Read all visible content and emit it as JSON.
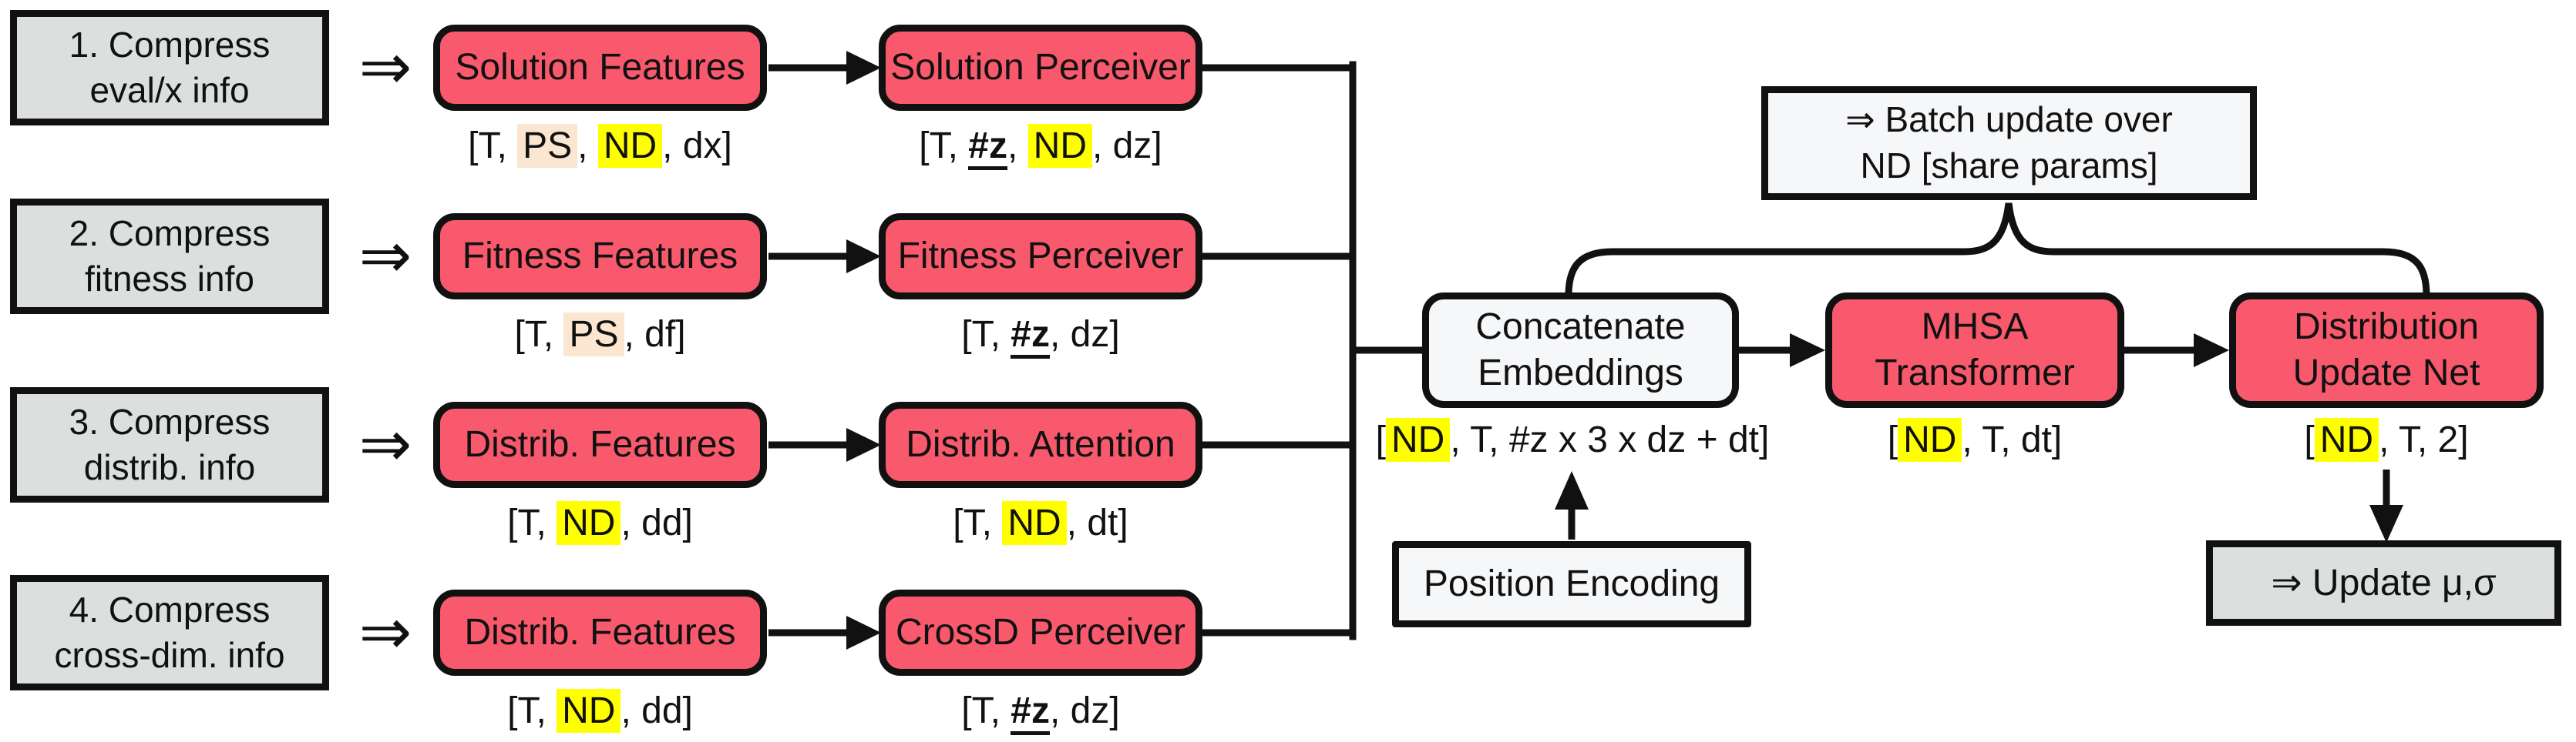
{
  "colors": {
    "red": "#F8596C",
    "gray": "#DBE0DF",
    "light": "#F6F7F9",
    "yellow": "#FFFF00",
    "peach": "#FAE6D1",
    "ink": "#111111"
  },
  "icons": {
    "double_arrow": "⇒"
  },
  "rows": [
    {
      "step": "1. Compress\neval/x info",
      "feature": {
        "label": "Solution Features",
        "dims": [
          {
            "text": "[T, "
          },
          {
            "text": "PS",
            "style": "peach"
          },
          {
            "text": ", "
          },
          {
            "text": "ND",
            "style": "yellow"
          },
          {
            "text": ", dx]"
          }
        ]
      },
      "perceiver": {
        "label": "Solution Perceiver",
        "dims": [
          {
            "text": "[T, "
          },
          {
            "text": "#z",
            "style": "latent"
          },
          {
            "text": ", "
          },
          {
            "text": "ND",
            "style": "yellow"
          },
          {
            "text": ", dz]"
          }
        ]
      }
    },
    {
      "step": "2. Compress\nfitness info",
      "feature": {
        "label": "Fitness Features",
        "dims": [
          {
            "text": "[T, "
          },
          {
            "text": "PS",
            "style": "peach"
          },
          {
            "text": ", df]"
          }
        ]
      },
      "perceiver": {
        "label": "Fitness Perceiver",
        "dims": [
          {
            "text": "[T, "
          },
          {
            "text": "#z",
            "style": "latent"
          },
          {
            "text": ", dz]"
          }
        ]
      }
    },
    {
      "step": "3. Compress\ndistrib. info",
      "feature": {
        "label": "Distrib. Features",
        "dims": [
          {
            "text": "[T, "
          },
          {
            "text": "ND",
            "style": "yellow"
          },
          {
            "text": ", dd]"
          }
        ]
      },
      "perceiver": {
        "label": "Distrib. Attention",
        "dims": [
          {
            "text": "[T, "
          },
          {
            "text": "ND",
            "style": "yellow"
          },
          {
            "text": ", dt]"
          }
        ]
      }
    },
    {
      "step": "4. Compress\ncross-dim. info",
      "feature": {
        "label": "Distrib. Features",
        "dims": [
          {
            "text": "[T, "
          },
          {
            "text": "ND",
            "style": "yellow"
          },
          {
            "text": ", dd]"
          }
        ]
      },
      "perceiver": {
        "label": "CrossD Perceiver",
        "dims": [
          {
            "text": "[T, "
          },
          {
            "text": "#z",
            "style": "latent"
          },
          {
            "text": ", dz]"
          }
        ]
      }
    }
  ],
  "pipeline": {
    "concatenate": {
      "label": "Concatenate\nEmbeddings",
      "dims": [
        {
          "text": "["
        },
        {
          "text": "ND",
          "style": "yellow"
        },
        {
          "text": ", T, #z x 3 x dz + dt]"
        }
      ]
    },
    "position_encoding": {
      "label": "Position Encoding"
    },
    "mhsa": {
      "label": "MHSA\nTransformer",
      "dims": [
        {
          "text": "["
        },
        {
          "text": "ND",
          "style": "yellow"
        },
        {
          "text": ", T, dt]"
        }
      ]
    },
    "dist_update": {
      "label": "Distribution\nUpdate Net",
      "dims": [
        {
          "text": "["
        },
        {
          "text": "ND",
          "style": "yellow"
        },
        {
          "text": ", T, 2]"
        }
      ]
    },
    "update": {
      "label": "⇒ Update μ,σ"
    },
    "batch_note": {
      "label": "⇒ Batch update over\nND [share params]"
    }
  }
}
